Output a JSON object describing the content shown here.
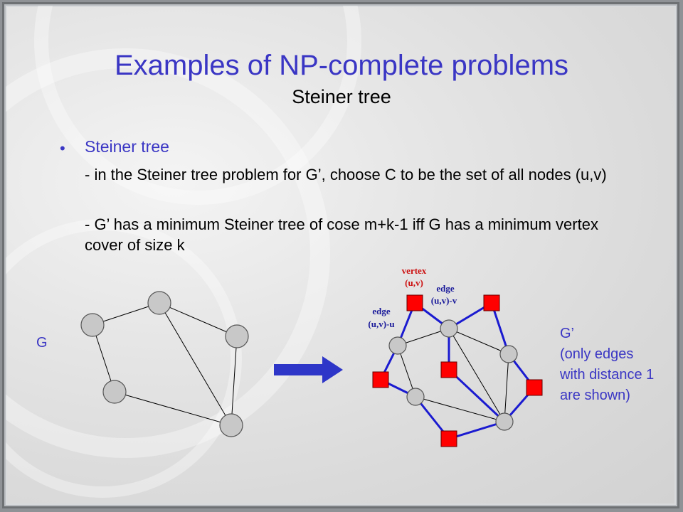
{
  "slide": {
    "title": "Examples of NP-complete problems",
    "subtitle": "Steiner tree",
    "bullet": {
      "marker": "•",
      "heading": "Steiner tree",
      "lines": [
        "- in the Steiner tree problem for G’, choose C to be the set of all nodes (u,v)",
        "- G’ has a minimum Steiner tree of cose m+k-1 iff G has a minimum vertex cover of size k"
      ]
    }
  },
  "diagram": {
    "left_graph_label": "G",
    "right_graph_label": "G’",
    "right_graph_note": "(only edges with distance 1 are shown)",
    "annotations": {
      "vertex_line1": "vertex",
      "vertex_line2": "(u,v)",
      "edge_v_line1": "edge",
      "edge_v_line2": "(u,v)-v",
      "edge_u_line1": "edge",
      "edge_u_line2": "(u,v)-u"
    },
    "colors": {
      "title": "#3a36c4",
      "node_fill": "#c8c8c8",
      "square_fill": "#ff0000",
      "tree_edge": "#1a1ad0",
      "arrow": "#2e36c8",
      "annotation_red": "#cc1010",
      "annotation_blue": "#1a1a9a"
    }
  }
}
